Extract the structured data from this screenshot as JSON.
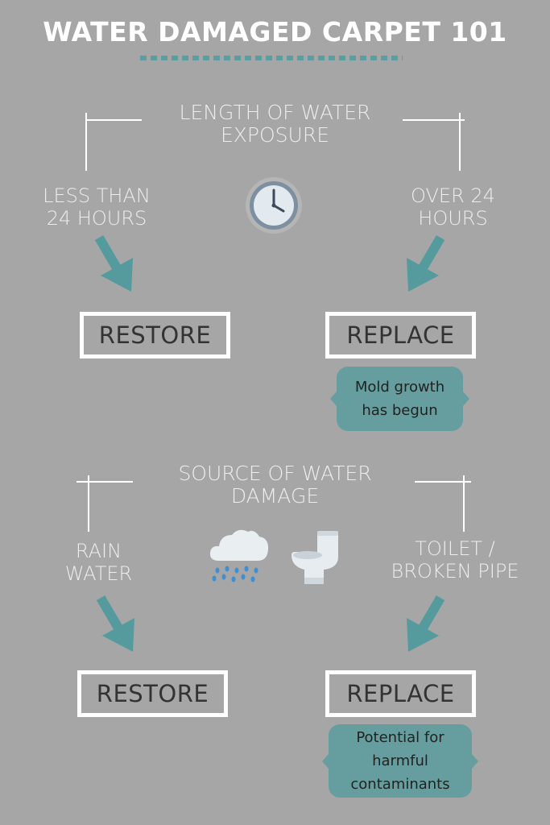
{
  "title": "WATER DAMAGED CARPET 101",
  "section1": {
    "heading_line1": "LENGTH OF WATER",
    "heading_line2": "EXPOSURE",
    "icon": "clock-icon",
    "left": {
      "line1": "LESS THAN",
      "line2": "24 HOURS",
      "result": "RESTORE"
    },
    "right": {
      "line1": "OVER 24",
      "line2": "HOURS",
      "result": "REPLACE",
      "note_line1": "Mold growth",
      "note_line2": "has begun"
    }
  },
  "section2": {
    "heading_line1": "SOURCE OF WATER",
    "heading_line2": "DAMAGE",
    "icons": [
      "rain-cloud-icon",
      "toilet-icon"
    ],
    "left": {
      "line1": "RAIN",
      "line2": "WATER",
      "result": "RESTORE"
    },
    "right": {
      "line1": "TOILET /",
      "line2": "BROKEN PIPE",
      "result": "REPLACE",
      "note_line1": "Potential for",
      "note_line2": "harmful",
      "note_line3": "contaminants"
    }
  },
  "colors": {
    "background": "#a6a6a6",
    "accent": "#5a9ea0",
    "note": "#669e9f",
    "box_text": "#333333"
  }
}
